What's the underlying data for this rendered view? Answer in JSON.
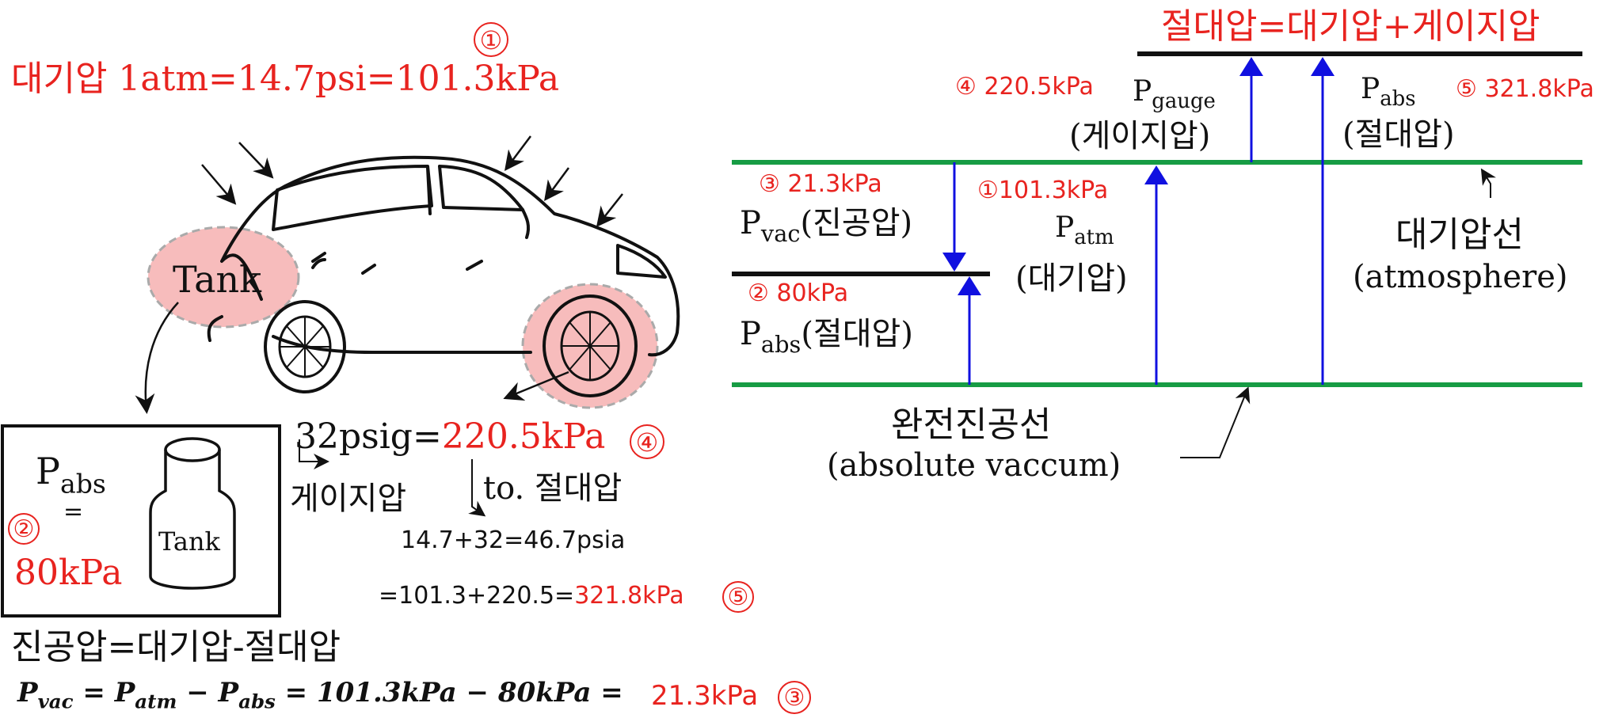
{
  "colors": {
    "red": "#e8231f",
    "blue": "#1010e0",
    "green": "#179c44",
    "black": "#111111",
    "pink": "#f4a5a5"
  },
  "top_left": {
    "circle_num": "①",
    "atm_line": "대기압 1atm=14.7psi=101.3kPa"
  },
  "car": {
    "tank_label": "Tank"
  },
  "tank_box": {
    "p": "P",
    "abs": "abs",
    "eq": "=",
    "circle_num": "②",
    "value": "80kPa",
    "bottle_label": "Tank"
  },
  "tire_calc": {
    "psig": "32psig=",
    "kpa": "220.5kPa",
    "circle_num": "④",
    "gauge_label": "게이지압",
    "to_abs": "to. 절대압",
    "line1": "14.7+32=46.7psia",
    "line2_prefix": "=101.3+220.5=",
    "line2_value": "321.8kPa",
    "line2_circle": "⑤"
  },
  "vacuum": {
    "word_eq": "진공압=대기압-절대압",
    "formula_prefix": "P",
    "formula_vac": "vac",
    "formula_mid1": " = P",
    "formula_atm": "atm",
    "formula_mid2": " − P",
    "formula_abs": "abs",
    "formula_rest": " = 101.3kPa − 80kPa = ",
    "result": "21.3kPa",
    "circle_num": "③"
  },
  "right_diagram": {
    "title": "절대압=대기압+게이지압",
    "gauge_num": "④",
    "gauge_value": "220.5kPa",
    "gauge_p": "P",
    "gauge_sub": "gauge",
    "gauge_kr": "(게이지압)",
    "abs_p": "P",
    "abs_sub": "abs",
    "abs_kr": "(절대압)",
    "abs_num": "⑤",
    "abs_value": "321.8kPa",
    "vac_num": "③",
    "vac_value": "21.3kPa",
    "vac_p": "P",
    "vac_sub": "vac",
    "vac_kr": "(진공압)",
    "atm_num": "①",
    "atm_value": "101.3kPa",
    "atm_p": "P",
    "atm_sub": "atm",
    "atm_kr": "(대기압)",
    "low_num": "②",
    "low_value": "80kPa",
    "low_p": "P",
    "low_sub": "abs",
    "low_kr": "(절대압)",
    "atm_line_kr": "대기압선",
    "atm_line_en": "(atmosphere)",
    "vac_line_kr": "완전진공선",
    "vac_line_en": "(absolute vaccum)"
  }
}
